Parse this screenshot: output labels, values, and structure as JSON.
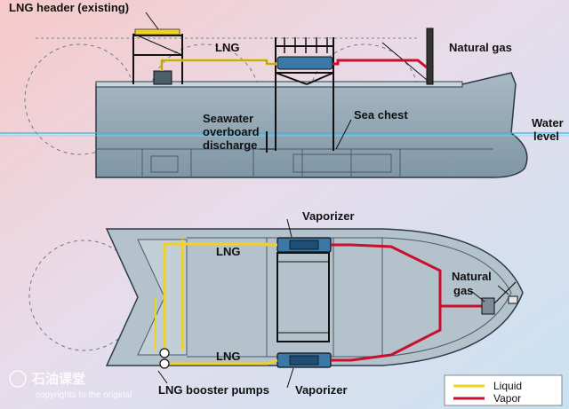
{
  "labels": {
    "lng_header": "LNG header (existing)",
    "lng_top": "LNG",
    "natural_gas_top": "Natural gas",
    "seawater_1": "Seawater",
    "seawater_2": "overboard",
    "seawater_3": "discharge",
    "sea_chest": "Sea chest",
    "water_1": "Water",
    "water_2": "level",
    "vaporizer_top": "Vaporizer",
    "lng_plan_top": "LNG",
    "natural_gas_plan_1": "Natural",
    "natural_gas_plan_2": "gas",
    "lng_plan_bottom": "LNG",
    "booster_pumps": "LNG booster pumps",
    "vaporizer_bottom": "Vaporizer"
  },
  "legend": {
    "liquid": "Liquid",
    "vapor": "Vapor"
  },
  "watermark": {
    "brand": "石油课堂",
    "copyright": "copyrights to the original"
  },
  "colors": {
    "liquid": "#f2d21e",
    "vapor": "#c8102e",
    "hull": "#8ea3b2",
    "deck": "#b9c6cf",
    "water_line": "#2fb9e6"
  }
}
